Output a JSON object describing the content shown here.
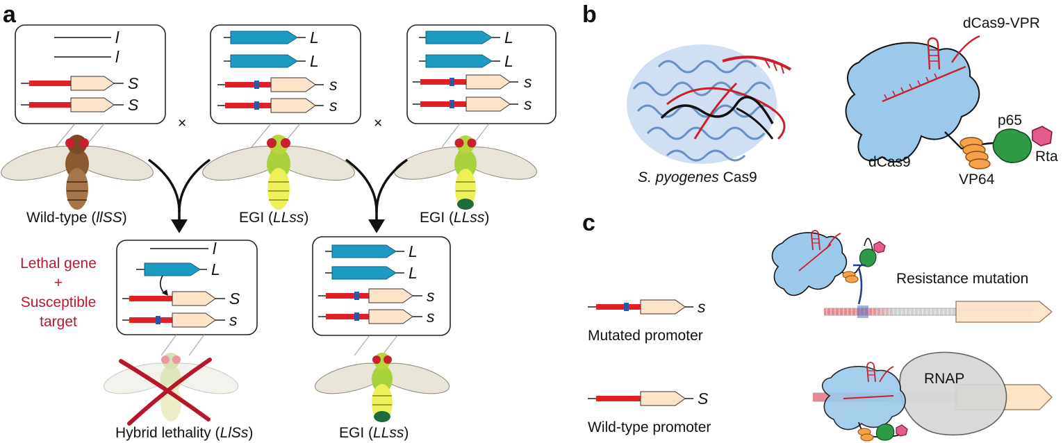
{
  "panels": {
    "a": "a",
    "b": "b",
    "c": "c"
  },
  "colors": {
    "promoter_red": "#e21f26",
    "gene_body": "#fde3c8",
    "lethal_gene_teal": "#1c9bc2",
    "mutation_blue": "#2f56a6",
    "annotation_red": "#c0152f",
    "dcas9_blue": "#9cc8ea",
    "vp64_orange": "#f5a24a",
    "p65_green": "#2f9b48",
    "rta_pink": "#e45b8d",
    "rnap_grey": "#d6d6d6"
  },
  "panel_a": {
    "cross_symbol_1": "×",
    "cross_symbol_2": "×",
    "box_wild_type": {
      "alleles": [
        "l",
        "l",
        "S",
        "S"
      ]
    },
    "box_egi_1": {
      "alleles": [
        "L",
        "L",
        "s",
        "s"
      ]
    },
    "box_egi_2": {
      "alleles": [
        "L",
        "L",
        "s",
        "s"
      ]
    },
    "box_hybrid": {
      "alleles": [
        "l",
        "L",
        "S",
        "s"
      ]
    },
    "box_egi_offspring": {
      "alleles": [
        "L",
        "L",
        "s",
        "s"
      ]
    },
    "label_wild_type": {
      "text": "Wild-type (",
      "genotype": "llSS",
      "close": ")"
    },
    "label_egi_1": {
      "text": "EGI (",
      "genotype": "LLss",
      "close": ")"
    },
    "label_egi_2": {
      "text": "EGI (",
      "genotype": "LLss",
      "close": ")"
    },
    "label_hybrid": {
      "text": "Hybrid lethality (",
      "genotype": "LlSs",
      "close": ")"
    },
    "label_egi_offspring": {
      "text": "EGI (",
      "genotype": "LLss",
      "close": ")"
    },
    "lethal_annotation": [
      "Lethal gene",
      "+",
      "Susceptible",
      "target"
    ]
  },
  "panel_b": {
    "structure_label_species": "S. pyogenes",
    "structure_label_protein": " Cas9",
    "dcas9_vpr": "dCas9-VPR",
    "dcas9": "dCas9",
    "vp64": "VP64",
    "p65": "p65",
    "rta": "Rta"
  },
  "panel_c": {
    "mutated_allele": "s",
    "mutated_label": "Mutated promoter",
    "wild_allele": "S",
    "wild_label": "Wild-type promoter",
    "resistance_label": "Resistance mutation",
    "rnap": "RNAP"
  }
}
